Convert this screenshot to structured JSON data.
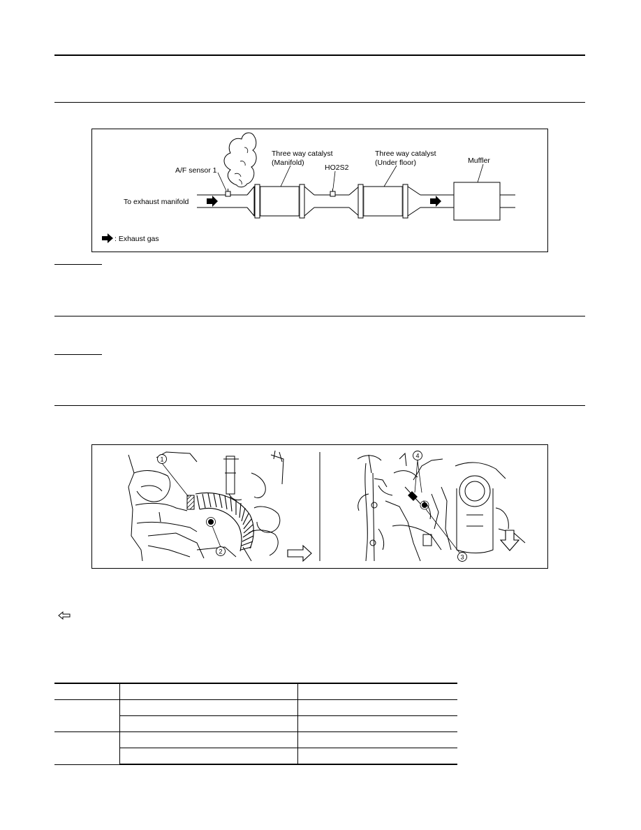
{
  "diagram": {
    "labels": {
      "af_sensor": "A/F sensor 1",
      "twc_manifold_line1": "Three way catalyst",
      "twc_manifold_line2": "(Manifold)",
      "ho2s2": "HO2S2",
      "twc_underfloor_line1": "Three way catalyst",
      "twc_underfloor_line2": "(Under floor)",
      "muffler": "Muffler",
      "to_exhaust_manifold": "To exhaust manifold",
      "legend_exhaust_gas": ": Exhaust gas"
    }
  },
  "photo_figure": {
    "callouts": [
      "1",
      "2",
      "3",
      "4"
    ]
  },
  "spec_table": {
    "rows": [
      [
        "",
        "",
        ""
      ],
      [
        "",
        "",
        ""
      ],
      [
        "",
        "",
        ""
      ],
      [
        "",
        "",
        ""
      ],
      [
        "",
        "",
        ""
      ]
    ]
  }
}
